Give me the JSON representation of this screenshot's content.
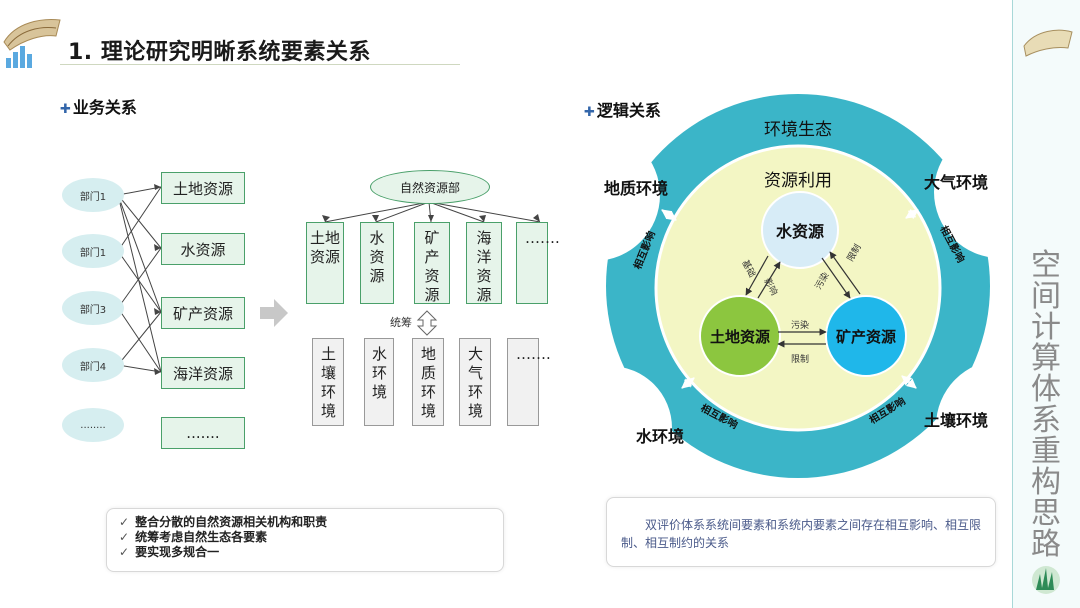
{
  "header": {
    "title": "1. 理论研究明晰系统要素关系"
  },
  "sidebar": {
    "vertical_title": "空间计算体系重构思路"
  },
  "business": {
    "section_label": "业务关系",
    "departments": [
      "部门1",
      "部门1",
      "部门3",
      "部门4",
      "........"
    ],
    "resources": [
      "土地资源",
      "水资源",
      "矿产资源",
      "海洋资源",
      "......."
    ],
    "nat_dept": "自然资源部",
    "top_boxes": [
      "土地资源",
      "水资源",
      "矿产资源",
      "海洋资源",
      "……."
    ],
    "coordinate_label": "统筹",
    "bottom_boxes": [
      "土壤环境",
      "水环境",
      "地质环境",
      "大气环境",
      "……."
    ],
    "notes": [
      "整合分散的自然资源相关机构和职责",
      "统筹考虑自然生态各要素",
      "要实现多规合一"
    ]
  },
  "logic": {
    "section_label": "逻辑关系",
    "outer_title": "环境生态",
    "inner_title": "资源利用",
    "env": {
      "geology": "地质环境",
      "air": "大气环境",
      "water": "水环境",
      "soil": "土壤环境"
    },
    "mutual": "相互影响",
    "nodes": {
      "water": "水资源",
      "land": "土地资源",
      "mineral": "矿产资源"
    },
    "edge_labels": {
      "basis": "基础",
      "influence": "影响",
      "limit": "限制",
      "pollute": "污染",
      "pollute2": "污染",
      "limit2": "限制"
    },
    "description": "双评价体系系统间要素和系统内要素之间存在相互影响、相互限制、相互制约的关系"
  },
  "colors": {
    "ring": "#3bb5c8",
    "inner": "#f3f6c4",
    "land": "#8cc63f",
    "water_node": "#d7ecf7",
    "mineral": "#1fb7ea"
  }
}
